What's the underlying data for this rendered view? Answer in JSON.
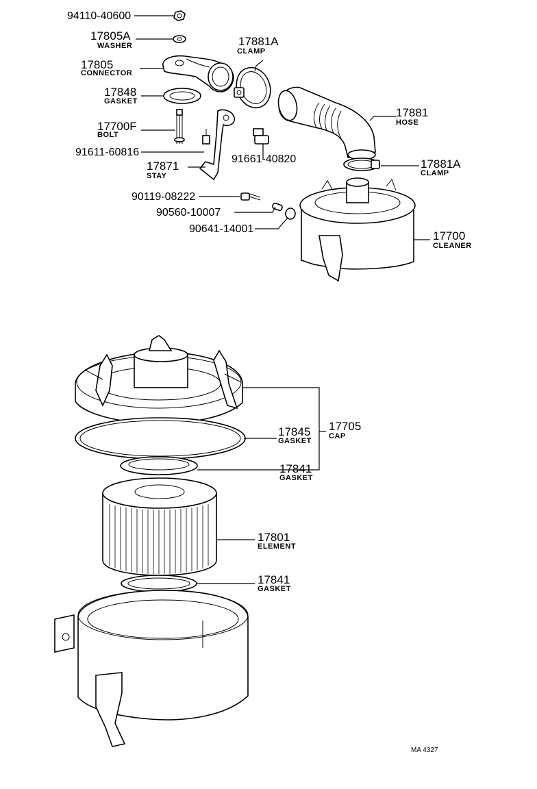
{
  "parts": [
    {
      "key": "p1",
      "number": "94110-40600",
      "name": ""
    },
    {
      "key": "p2",
      "number": "17805A",
      "name": "WASHER"
    },
    {
      "key": "p3",
      "number": "17881A",
      "name": "CLAMP"
    },
    {
      "key": "p4",
      "number": "17805",
      "name": "CONNECTOR"
    },
    {
      "key": "p5",
      "number": "17848",
      "name": "GASKET"
    },
    {
      "key": "p6",
      "number": "17881",
      "name": "HOSE"
    },
    {
      "key": "p7",
      "number": "17700F",
      "name": "BOLT"
    },
    {
      "key": "p8",
      "number": "91611-60816",
      "name": ""
    },
    {
      "key": "p9",
      "number": "91661-40820",
      "name": ""
    },
    {
      "key": "p10",
      "number": "17871",
      "name": "STAY"
    },
    {
      "key": "p11",
      "number": "17881A",
      "name": "CLAMP"
    },
    {
      "key": "p12",
      "number": "90119-08222",
      "name": ""
    },
    {
      "key": "p13",
      "number": "90560-10007",
      "name": ""
    },
    {
      "key": "p14",
      "number": "90641-14001",
      "name": ""
    },
    {
      "key": "p15",
      "number": "17700",
      "name": "CLEANER"
    },
    {
      "key": "p16",
      "number": "17845",
      "name": "GASKET"
    },
    {
      "key": "p17",
      "number": "17705",
      "name": "CAP"
    },
    {
      "key": "p18",
      "number": "17841",
      "name": "GASKET"
    },
    {
      "key": "p19",
      "number": "17801",
      "name": "ELEMENT"
    },
    {
      "key": "p20",
      "number": "17841",
      "name": "GASKET"
    }
  ],
  "figure_ref": "MA 4327"
}
